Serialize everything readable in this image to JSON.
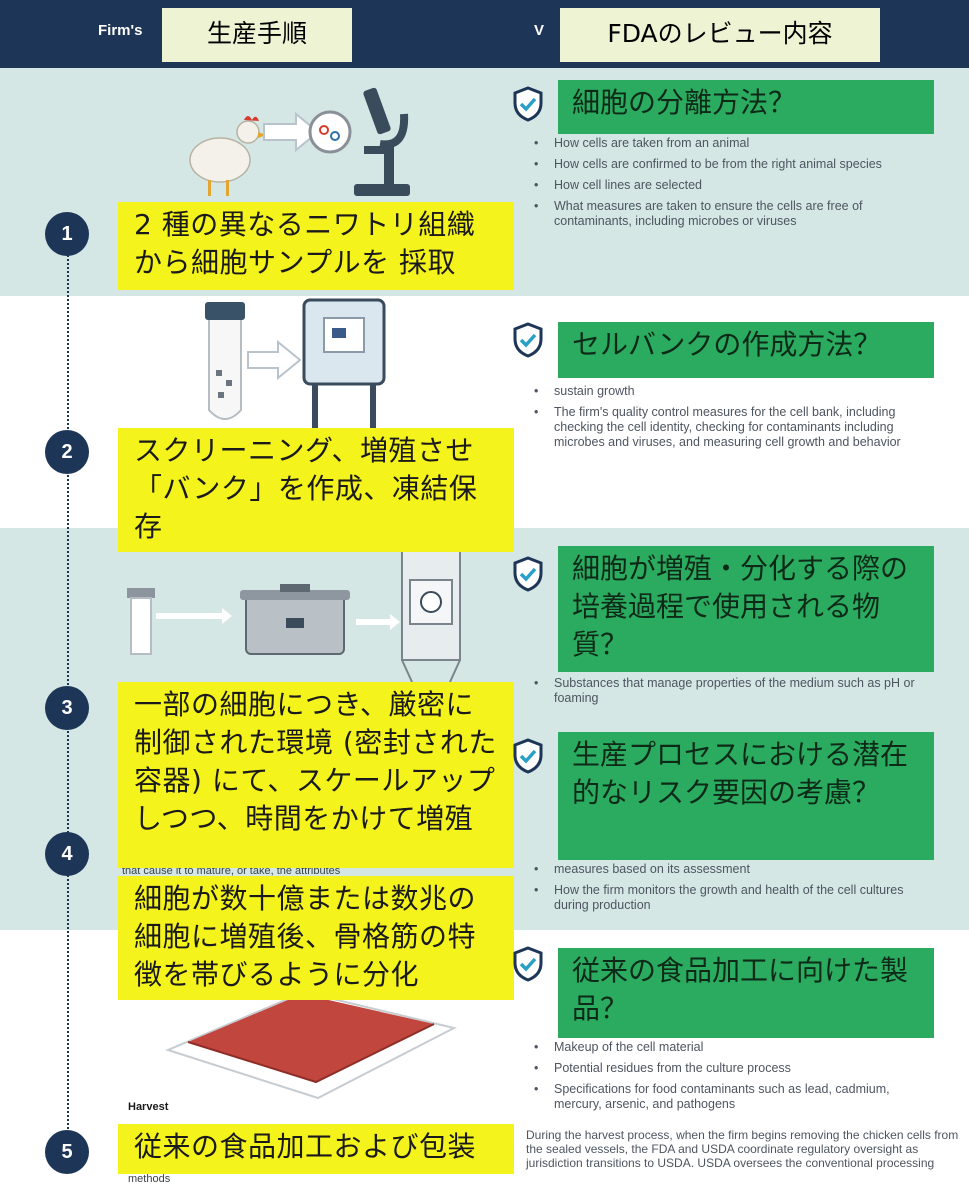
{
  "header": {
    "left_partial": "Firm's",
    "right_partial": "V",
    "left_label": "生産手順",
    "right_label": "FDAのレビュー内容"
  },
  "steps": [
    {
      "number": "1",
      "caption_jp": "2 種の異なるニワトリ組織から細胞サンプルを 採取"
    },
    {
      "number": "2",
      "caption_jp": "スクリーニング、増殖させ「バンク」を作成、凍結保存"
    },
    {
      "number": "3",
      "caption_jp": "一部の細胞につき、厳密に制御された環境 (密封された容器) にて、スケールアップしつつ、時間をかけて増殖"
    },
    {
      "number": "4",
      "caption_jp": "細胞が数十億または数兆の細胞に増殖後、骨格筋の特徴を帯びるように分化"
    },
    {
      "number": "5",
      "caption_jp": "従来の食品加工および包装"
    }
  ],
  "step4_partial_text": "that cause it to mature, or take, the attributes",
  "step5_partial_label": "Harvest",
  "step5_partial_text": "methods",
  "reviews": [
    {
      "label_jp": "細胞の分離方法？",
      "items": [
        "How cells are taken from an animal",
        "How cells are confirmed to be from the right animal species",
        "How cell lines are selected",
        "What measures are taken to ensure the cells are free of contaminants, including microbes or viruses"
      ]
    },
    {
      "label_jp": "セルバンクの作成方法？",
      "items": [
        "sustain growth",
        "The firm's quality control measures for the cell bank, including checking the cell identity, checking for contaminants including microbes and viruses, and measuring cell growth and behavior"
      ]
    },
    {
      "label_jp": "細胞が増殖・分化する際の培養過程で使用される物質？",
      "items": [
        "Substances that manage properties of the medium such as pH or foaming"
      ]
    },
    {
      "label_jp": "生産プロセスにおける潜在的なリスク要因の考慮？",
      "items": [
        "measures based on its assessment",
        "How the firm monitors the growth and health of the cell cultures during production"
      ]
    },
    {
      "label_jp": "従来の食品加工に向けた製品？",
      "items": [
        "Makeup of the cell material",
        "Potential residues from the culture process",
        "Specifications for food contaminants such as lead, cadmium, mercury, arsenic, and pathogens"
      ]
    }
  ],
  "harvest_paragraph": "During the harvest process, when the firm begins removing the chicken cells from the sealed vessels, the FDA and USDA coordinate regulatory oversight as jurisdiction transitions to USDA. USDA oversees the conventional processing",
  "icons": [
    "chicken-icon",
    "microscope-icon",
    "test-tube-icon",
    "incubator-icon",
    "bioreactor-icon",
    "meat-tray-icon",
    "shield-check-icon"
  ],
  "colors": {
    "navy": "#1d3557",
    "yellow": "#f5f31c",
    "green": "#2bab5f",
    "band": "#d4e7e5"
  }
}
